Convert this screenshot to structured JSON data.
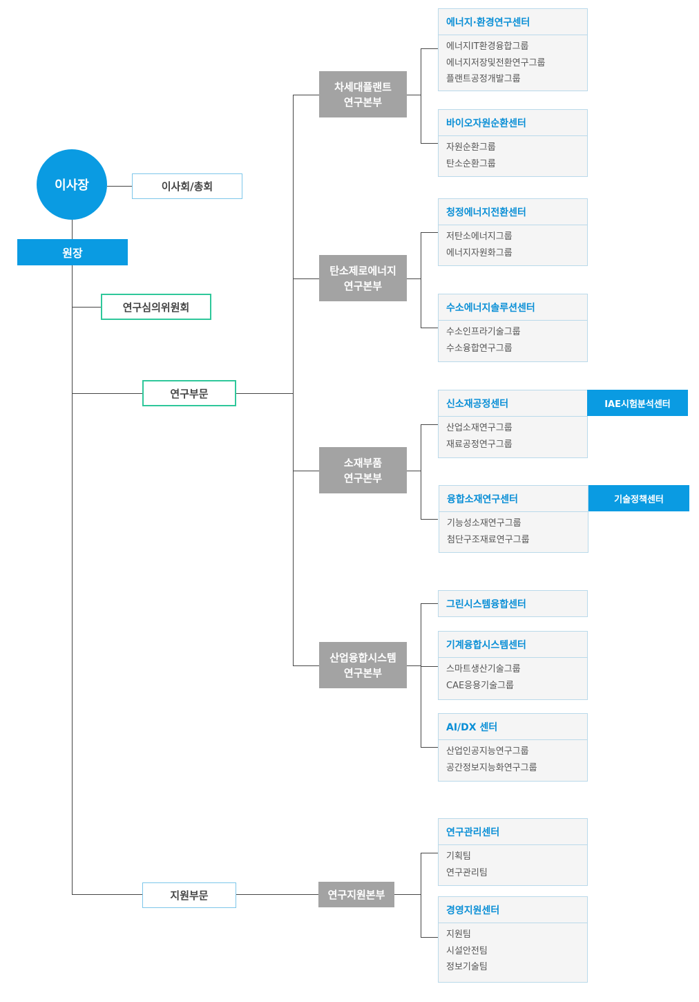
{
  "chairman": "이사장",
  "board": "이사회/총회",
  "director": "원장",
  "research_council": "연구심의위원회",
  "research_division": "연구부문",
  "support_division": "지원부문",
  "headquarters": [
    {
      "line1": "차세대플랜트",
      "line2": "연구본부"
    },
    {
      "line1": "탄소제로에너지",
      "line2": "연구본부"
    },
    {
      "line1": "소재부품",
      "line2": "연구본부"
    },
    {
      "line1": "산업융합시스템",
      "line2": "연구본부"
    },
    {
      "line1": "연구지원본부"
    }
  ],
  "centers": [
    {
      "title": "에너지·환경연구센터",
      "groups": [
        "에너지IT환경융합그룹",
        "에너지저장및전환연구그룹",
        "플랜트공정개발그룹"
      ]
    },
    {
      "title": "바이오자원순환센터",
      "groups": [
        "자원순환그룹",
        "탄소순환그룹"
      ]
    },
    {
      "title": "청정에너지전환센터",
      "groups": [
        "저탄소에너지그룹",
        "에너지자원화그룹"
      ]
    },
    {
      "title": "수소에너지솔루션센터",
      "groups": [
        "수소인프라기술그룹",
        "수소융합연구그룹"
      ]
    },
    {
      "title": "신소재공정센터",
      "groups": [
        "산업소재연구그룹",
        "재료공정연구그룹"
      ]
    },
    {
      "title": "융합소재연구센터",
      "groups": [
        "기능성소재연구그룹",
        "첨단구조재료연구그룹"
      ]
    },
    {
      "title": "그린시스템융합센터",
      "groups": []
    },
    {
      "title": "기계융합시스템센터",
      "groups": [
        "스마트생산기술그룹",
        "CAE응용기술그룹"
      ]
    },
    {
      "title": "AI/DX 센터",
      "groups": [
        "산업인공지능연구그룹",
        "공간정보지능화연구그룹"
      ]
    },
    {
      "title": "연구관리센터",
      "groups": [
        "기획팀",
        "연구관리팀"
      ]
    },
    {
      "title": "경영지원센터",
      "groups": [
        "지원팀",
        "시설안전팀",
        "정보기술팀"
      ]
    }
  ],
  "side_centers": [
    "IAE시험분석센터",
    "기술정책센터"
  ],
  "colors": {
    "accent_blue": "#0a9be2",
    "green": "#2ec79a",
    "gray": "#a3a3a3"
  }
}
